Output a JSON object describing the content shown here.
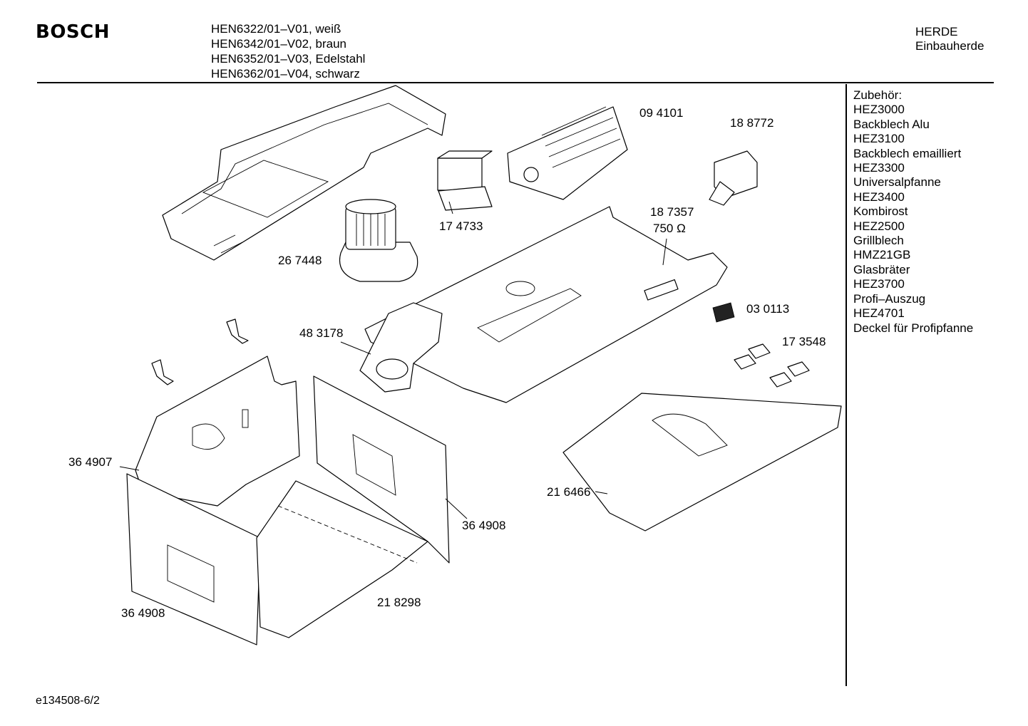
{
  "header": {
    "brand": "BOSCH",
    "models": [
      "HEN6322/01–V01, weiß",
      "HEN6342/01–V02, braun",
      "HEN6352/01–V03, Edelstahl",
      "HEN6362/01–V04, schwarz"
    ],
    "category": "HERDE",
    "subcategory": "Einbauherde"
  },
  "accessories": {
    "title": "Zubehör:",
    "items": [
      "HEZ3000",
      "Backblech Alu",
      "HEZ3100",
      "Backblech emailliert",
      "HEZ3300",
      "Universalpfanne",
      "HEZ3400",
      "Kombirost",
      "HEZ2500",
      "Grillblech",
      "HMZ21GB",
      "Glasbräter",
      "HEZ3700",
      "Profi–Auszug",
      "HEZ4701",
      "Deckel für Profipfanne"
    ]
  },
  "parts": {
    "p094101": "09 4101",
    "p188772": "18 8772",
    "p174733": "17 4733",
    "p187357": "18 7357",
    "p187357_value": "750 Ω",
    "p267448": "26 7448",
    "p483178": "48 3178",
    "p030113": "03  0113",
    "p173548": "17 3548",
    "p364907": "36 4907",
    "p364908_right": "36 4908",
    "p216466": "21 6466",
    "p364908_left": "36 4908",
    "p218298": "21 8298"
  },
  "footer": {
    "code": "e134508-6/2"
  }
}
